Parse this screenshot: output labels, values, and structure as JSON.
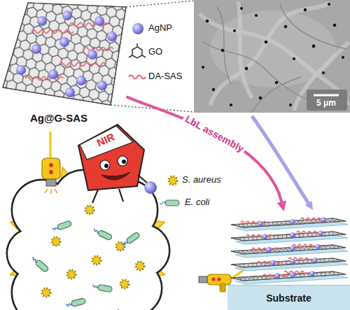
{
  "diagram": {
    "nodes": [
      {
        "text": [
          "Ag@G-SAS"
        ]
      },
      {
        "text": [
          "Substrate"
        ]
      }
    ],
    "edges": [
      {
        "from": 0,
        "to": 1,
        "arrow": "to",
        "label": "LbL assembly"
      }
    ],
    "labels": [
      "5 μm",
      "NIR"
    ],
    "legend": [
      {
        "text": "AgNP"
      },
      {
        "text": "GO"
      },
      {
        "text": "DA-SAS"
      },
      {
        "text": "S. aureus"
      },
      {
        "text": "E. coli"
      }
    ]
  }
}
